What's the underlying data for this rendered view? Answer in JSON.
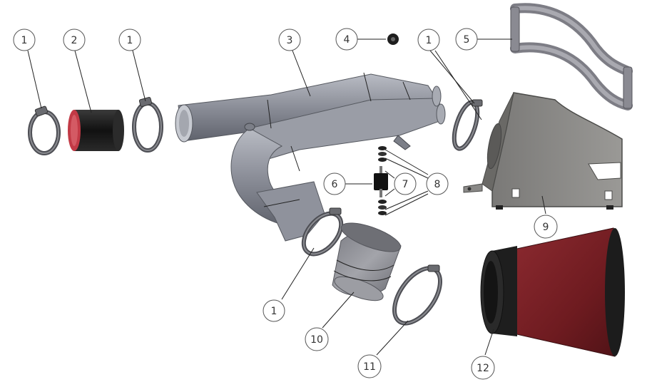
{
  "colors": {
    "pipe": "#8f929c",
    "pipe_shadow": "#6d707a",
    "pipe_highlight": "#b9bcc4",
    "rubber": "#1b1b1b",
    "coupler_red": "#c23a46",
    "clamp": "#4d4e54",
    "bracket": "#97969a",
    "filter_red": "#7a1f24",
    "filter_black": "#1e1e1e",
    "boot": "#8e8f95",
    "heatshield": "#8a8987"
  },
  "callouts": [
    {
      "id": "c1a",
      "label": "1"
    },
    {
      "id": "c2",
      "label": "2"
    },
    {
      "id": "c1b",
      "label": "1"
    },
    {
      "id": "c3",
      "label": "3"
    },
    {
      "id": "c4",
      "label": "4"
    },
    {
      "id": "c1c",
      "label": "1"
    },
    {
      "id": "c5",
      "label": "5"
    },
    {
      "id": "c6",
      "label": "6"
    },
    {
      "id": "c7",
      "label": "7"
    },
    {
      "id": "c8",
      "label": "8"
    },
    {
      "id": "c9",
      "label": "9"
    },
    {
      "id": "c1d",
      "label": "1"
    },
    {
      "id": "c10",
      "label": "10"
    },
    {
      "id": "c11",
      "label": "11"
    },
    {
      "id": "c12",
      "label": "12"
    }
  ]
}
